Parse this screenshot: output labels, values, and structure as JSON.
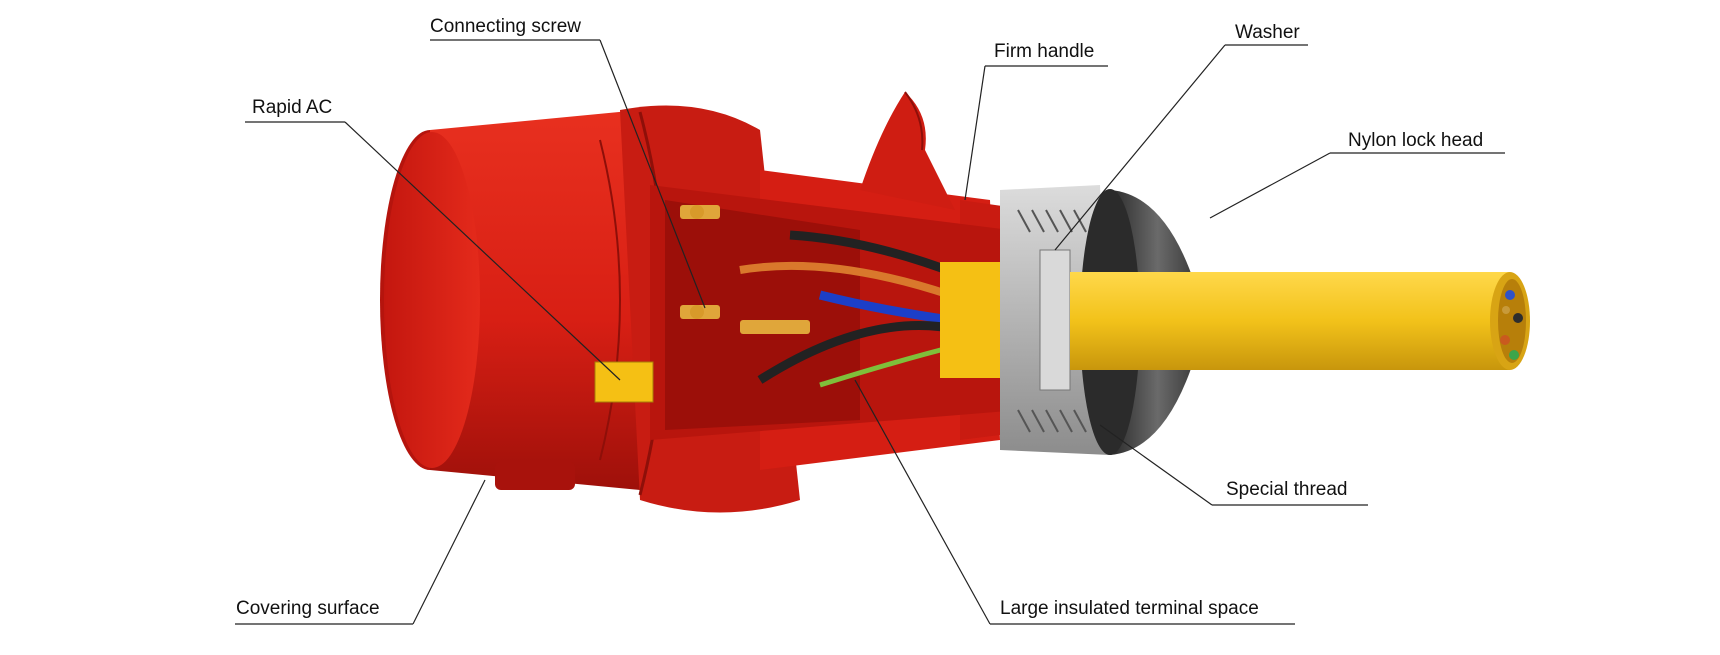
{
  "diagram": {
    "labels": {
      "connecting_screw": "Connecting screw",
      "rapid_ac": "Rapid AC",
      "firm_handle": "Firm handle",
      "washer": "Washer",
      "nylon_lock_head": "Nylon lock head",
      "special_thread": "Special thread",
      "covering_surface": "Covering surface",
      "large_insulated_terminal_space": "Large insulated terminal space"
    },
    "colors": {
      "plug_body": "#e02418",
      "plug_shadow": "#a8120c",
      "plug_highlight": "#f2402e",
      "cable": "#f2c21a",
      "cable_shadow": "#c8960c",
      "nut": "#3a3a3a",
      "gland": "#b8b8b8",
      "insert_yellow": "#f5c014"
    }
  }
}
